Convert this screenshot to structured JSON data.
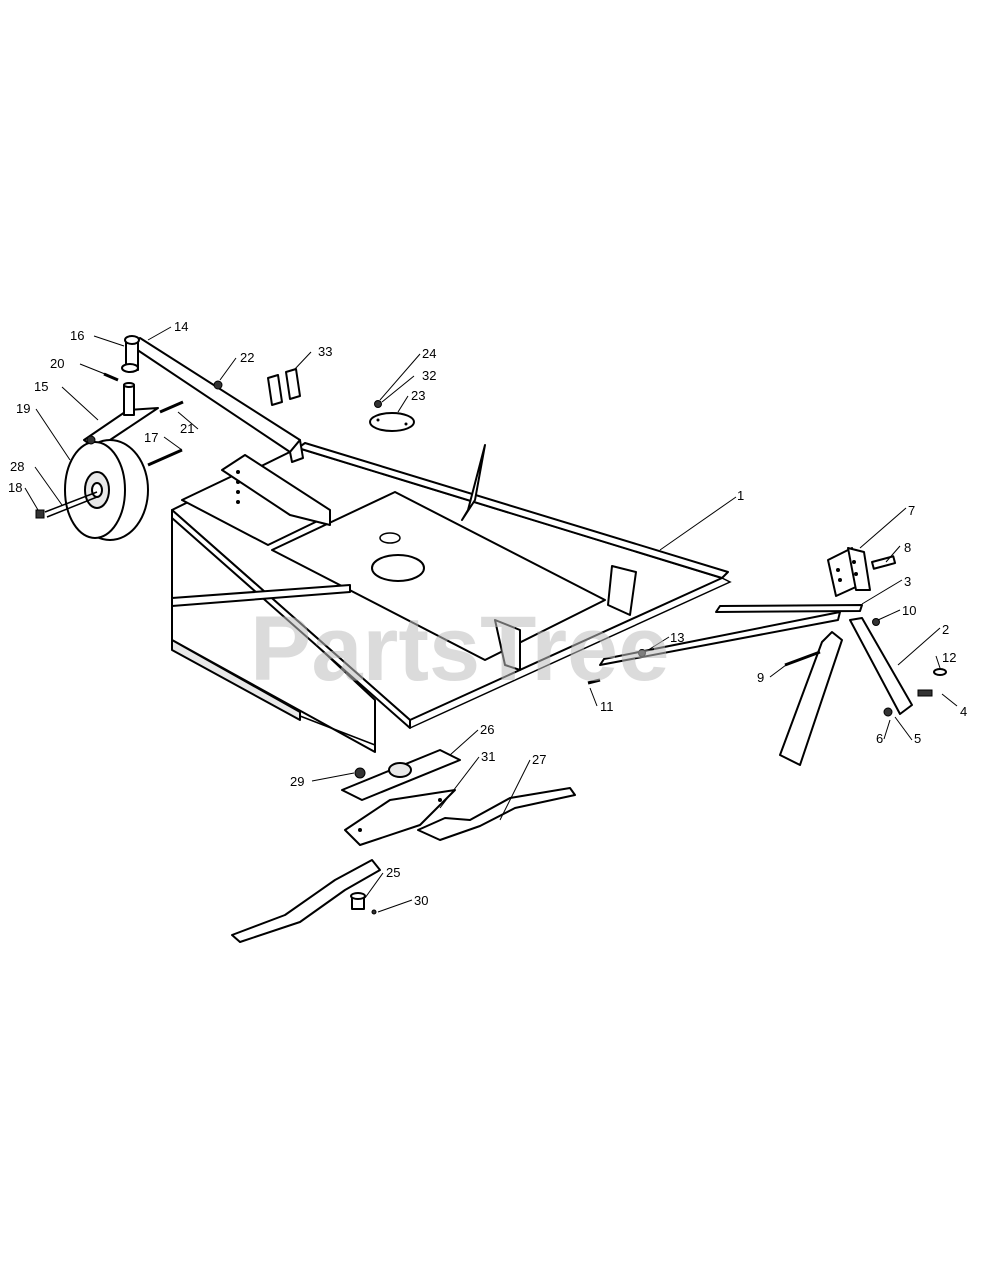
{
  "watermark": "PartsTree",
  "callouts": [
    "1",
    "2",
    "3",
    "4",
    "5",
    "6",
    "7",
    "8",
    "9",
    "10",
    "11",
    "12",
    "13",
    "14",
    "15",
    "16",
    "17",
    "18",
    "19",
    "20",
    "21",
    "22",
    "23",
    "24",
    "25",
    "26",
    "27",
    "28",
    "29",
    "30",
    "31",
    "32",
    "33"
  ]
}
